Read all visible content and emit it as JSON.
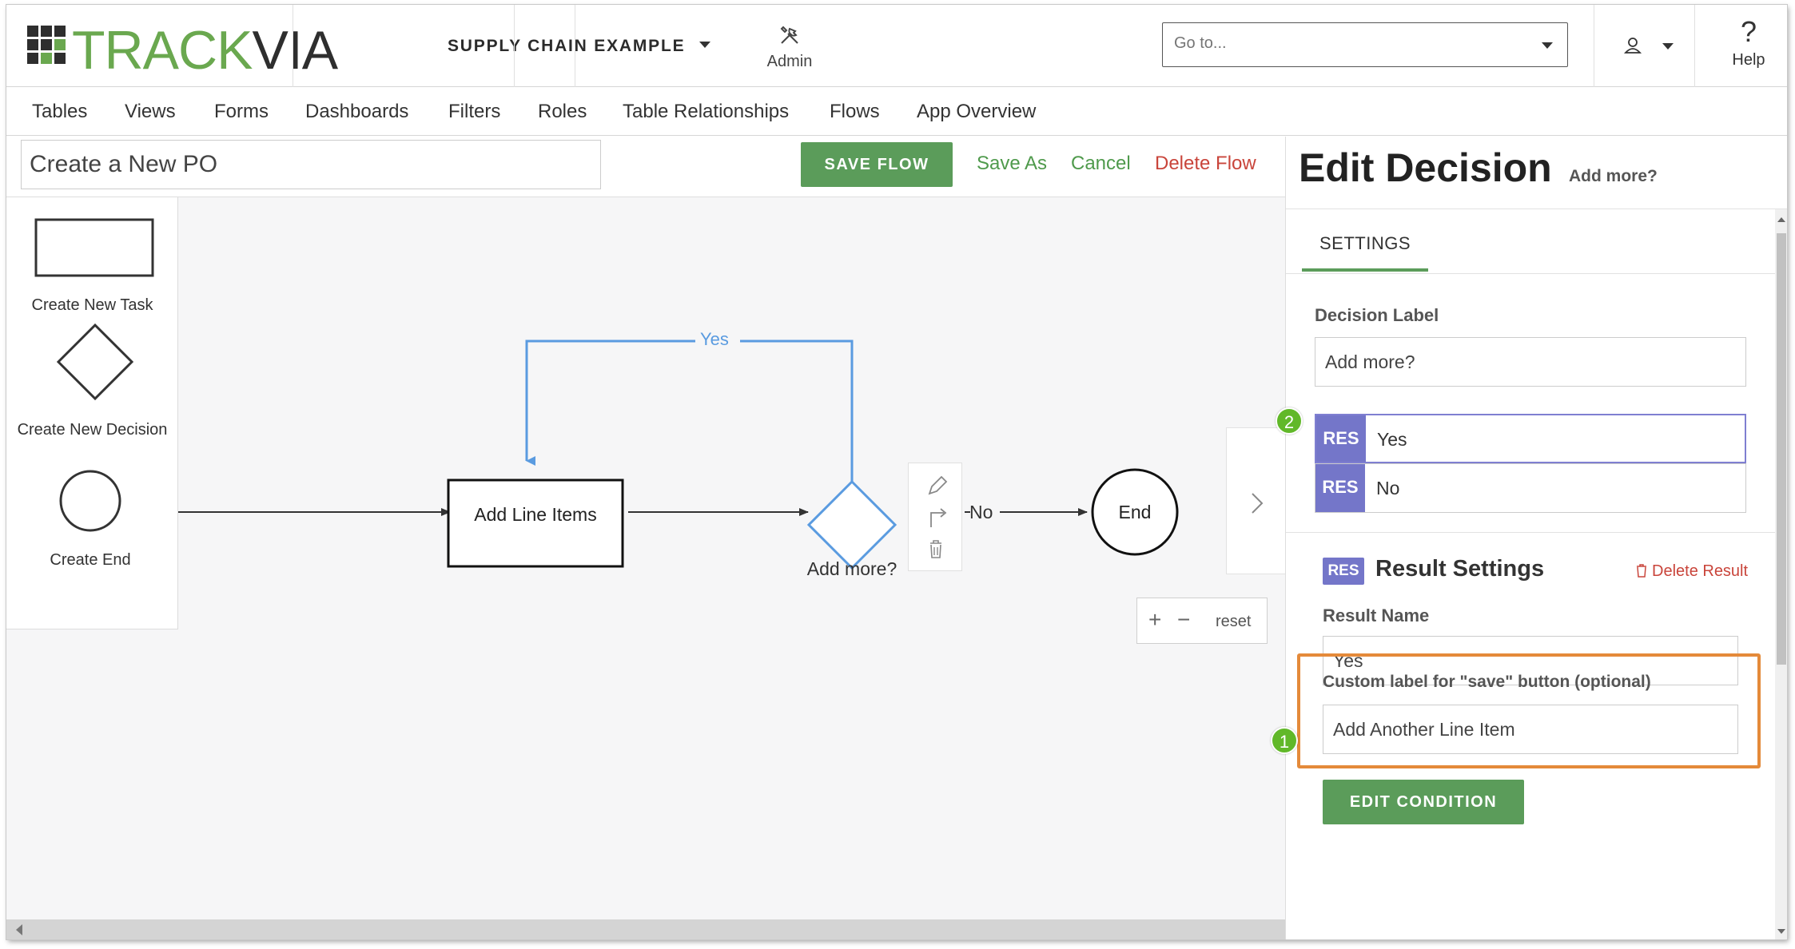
{
  "header": {
    "logo_text": "TRACKVIA",
    "app_name": "SUPPLY CHAIN EXAMPLE",
    "admin_label": "Admin",
    "goto_placeholder": "Go to...",
    "help_symbol": "?",
    "help_label": "Help",
    "icons": [
      "admin-tools-icon",
      "user-icon",
      "help-icon"
    ]
  },
  "nav": [
    "Tables",
    "Views",
    "Forms",
    "Dashboards",
    "Filters",
    "Roles",
    "Table Relationships",
    "Flows",
    "App Overview"
  ],
  "toolbar": {
    "flow_name": "Create a New PO",
    "save_flow": "SAVE FLOW",
    "save_as": "Save As",
    "cancel": "Cancel",
    "delete_flow": "Delete Flow"
  },
  "palette": {
    "task": "Create New Task",
    "decision": "Create New Decision",
    "end": "Create End"
  },
  "canvas": {
    "task_label": "Add Line Items",
    "decision_label": "Add more?",
    "end_label": "End",
    "yes_label": "Yes",
    "no_label": "No",
    "zoom_in": "+",
    "zoom_out": "−",
    "zoom_reset": "reset"
  },
  "panel": {
    "title": "Edit Decision",
    "subtitle": "Add more?",
    "tab": "SETTINGS",
    "decision_label_caption": "Decision Label",
    "decision_label_value": "Add more?",
    "res_badge": "RES",
    "results": [
      "Yes",
      "No"
    ],
    "result_settings_title": "Result Settings",
    "delete_result": "Delete Result",
    "result_name_caption": "Result Name",
    "result_name_value": "Yes",
    "custom_label_caption": "Custom label for \"save\" button (optional)",
    "custom_label_value": "Add Another Line Item",
    "edit_condition": "EDIT CONDITION"
  },
  "callouts": [
    "1",
    "2"
  ],
  "colors": {
    "brand_green": "#5b9c5a",
    "logo_dark": "#2e2e2e",
    "logo_green": "#6aa84f",
    "res_purple": "#7476c9",
    "danger_red": "#c9453b",
    "flow_blue": "#5a9be0",
    "highlight_orange": "#e48a3a",
    "callout_green": "#61b829"
  }
}
